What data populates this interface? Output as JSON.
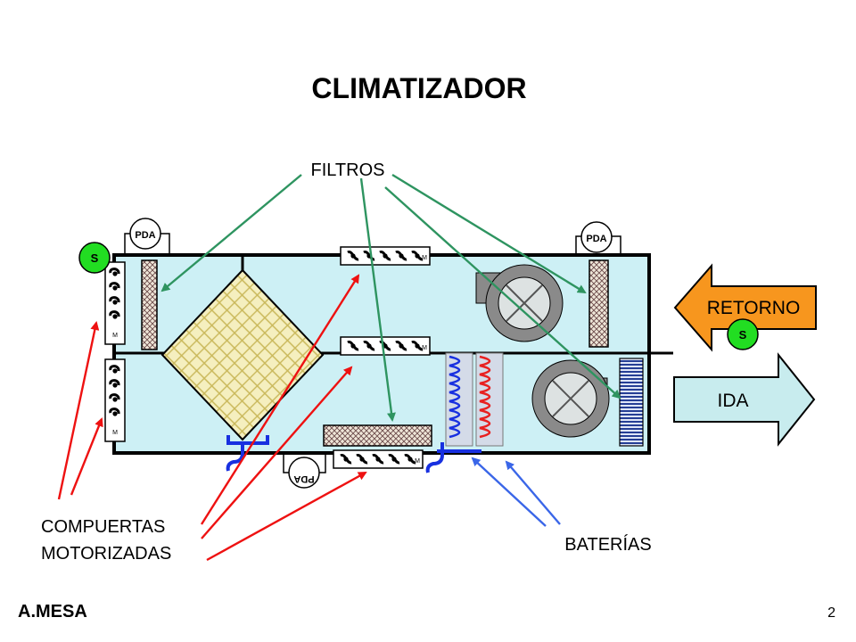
{
  "title": "CLIMATIZADOR",
  "labels": {
    "filtros": "FILTROS",
    "compuertas_line1": "COMPUERTAS",
    "compuertas_line2": "MOTORIZADAS",
    "baterias": "BATERÍAS",
    "retorno": "RETORNO",
    "ida": "IDA"
  },
  "instrument_labels": {
    "pda": "PDA",
    "sensor": "S",
    "motor": "M"
  },
  "footer": {
    "author": "A.MESA",
    "page_number": "2"
  },
  "colors": {
    "duct_fill": "#cdf0f5",
    "retorno_arrow": "#f7961e",
    "ida_arrow": "#c8ecee",
    "sensor_green": "#22dd22",
    "filter_leaders": "#2e9460",
    "damper_leaders": "#ee1111",
    "battery_leaders": "#3a66e8",
    "cold_coil": "#1830e0",
    "hot_coil": "#e82020",
    "heat_exchanger": "#f5efbf"
  }
}
